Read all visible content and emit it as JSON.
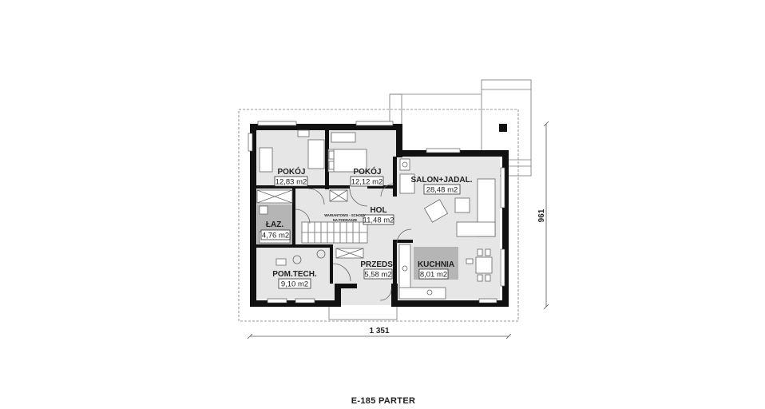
{
  "plan": {
    "title": "E-185 PARTER",
    "dimension_width": "1 351",
    "dimension_depth": "961",
    "stair_note_line1": "WARIANTOWO - SCHODY",
    "stair_note_line2": "NA PODDASZE",
    "rooms": [
      {
        "id": "pokoj-1",
        "name": "POKÓJ",
        "area": "12,83 m2"
      },
      {
        "id": "pokoj-2",
        "name": "POKÓJ",
        "area": "12,12 m2"
      },
      {
        "id": "salon",
        "name": "SALON+JADAL.",
        "area": "28,48 m2"
      },
      {
        "id": "lazienka",
        "name": "ŁAZ.",
        "area": "4,76 m2"
      },
      {
        "id": "hol",
        "name": "HOL",
        "area": "11,48 m2"
      },
      {
        "id": "pom-tech",
        "name": "POM.TECH.",
        "area": "9,10 m2"
      },
      {
        "id": "przedsionek",
        "name": "PRZEDS.",
        "area": "5,58 m2"
      },
      {
        "id": "kuchnia",
        "name": "KUCHNIA",
        "area": "8,01 m2"
      }
    ],
    "colors": {
      "wall": "#111111",
      "floor": "#e6e6e6",
      "kitchen_highlight": "#b5b5b5",
      "bathroom_highlight": "#b5b5b5"
    }
  }
}
